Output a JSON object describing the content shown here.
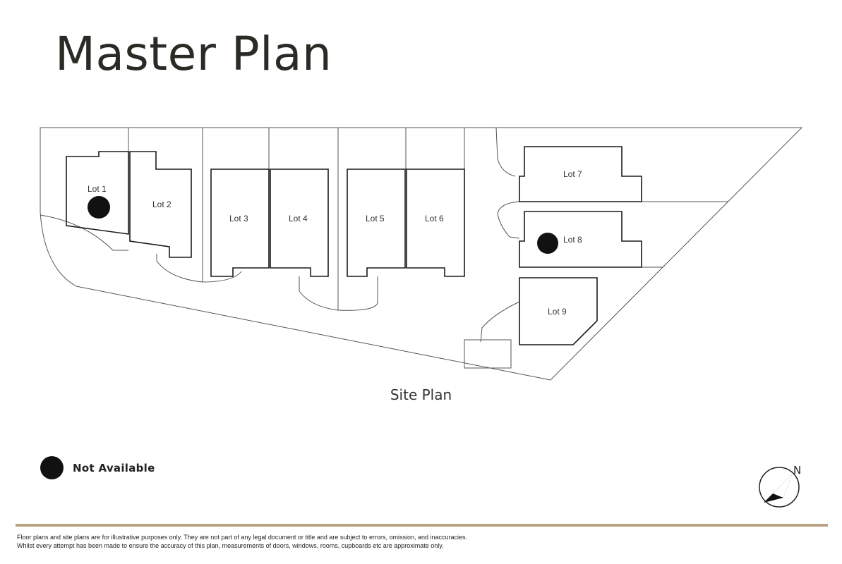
{
  "title": "Master Plan",
  "caption": "Site Plan",
  "lots": [
    {
      "label": "Lot 1",
      "available": false
    },
    {
      "label": "Lot 2",
      "available": true
    },
    {
      "label": "Lot 3",
      "available": true
    },
    {
      "label": "Lot 4",
      "available": true
    },
    {
      "label": "Lot 5",
      "available": true
    },
    {
      "label": "Lot 6",
      "available": true
    },
    {
      "label": "Lot 7",
      "available": true
    },
    {
      "label": "Lot 8",
      "available": false
    },
    {
      "label": "Lot 9",
      "available": true
    }
  ],
  "legend": {
    "not_available_label": "Not Available",
    "marker_color": "#111111"
  },
  "compass": {
    "label": "N"
  },
  "accent_color": "#b9a383",
  "disclaimer": {
    "line1": "Floor plans and site plans are for illustrative purposes only. They are not part of any legal document or title and are subject to errors, omission, and inaccuracies.",
    "line2": "Whilst every attempt has been made to ensure the accuracy of this plan, measurements of doors, windows, rooms, cupboards etc are approximate only."
  }
}
